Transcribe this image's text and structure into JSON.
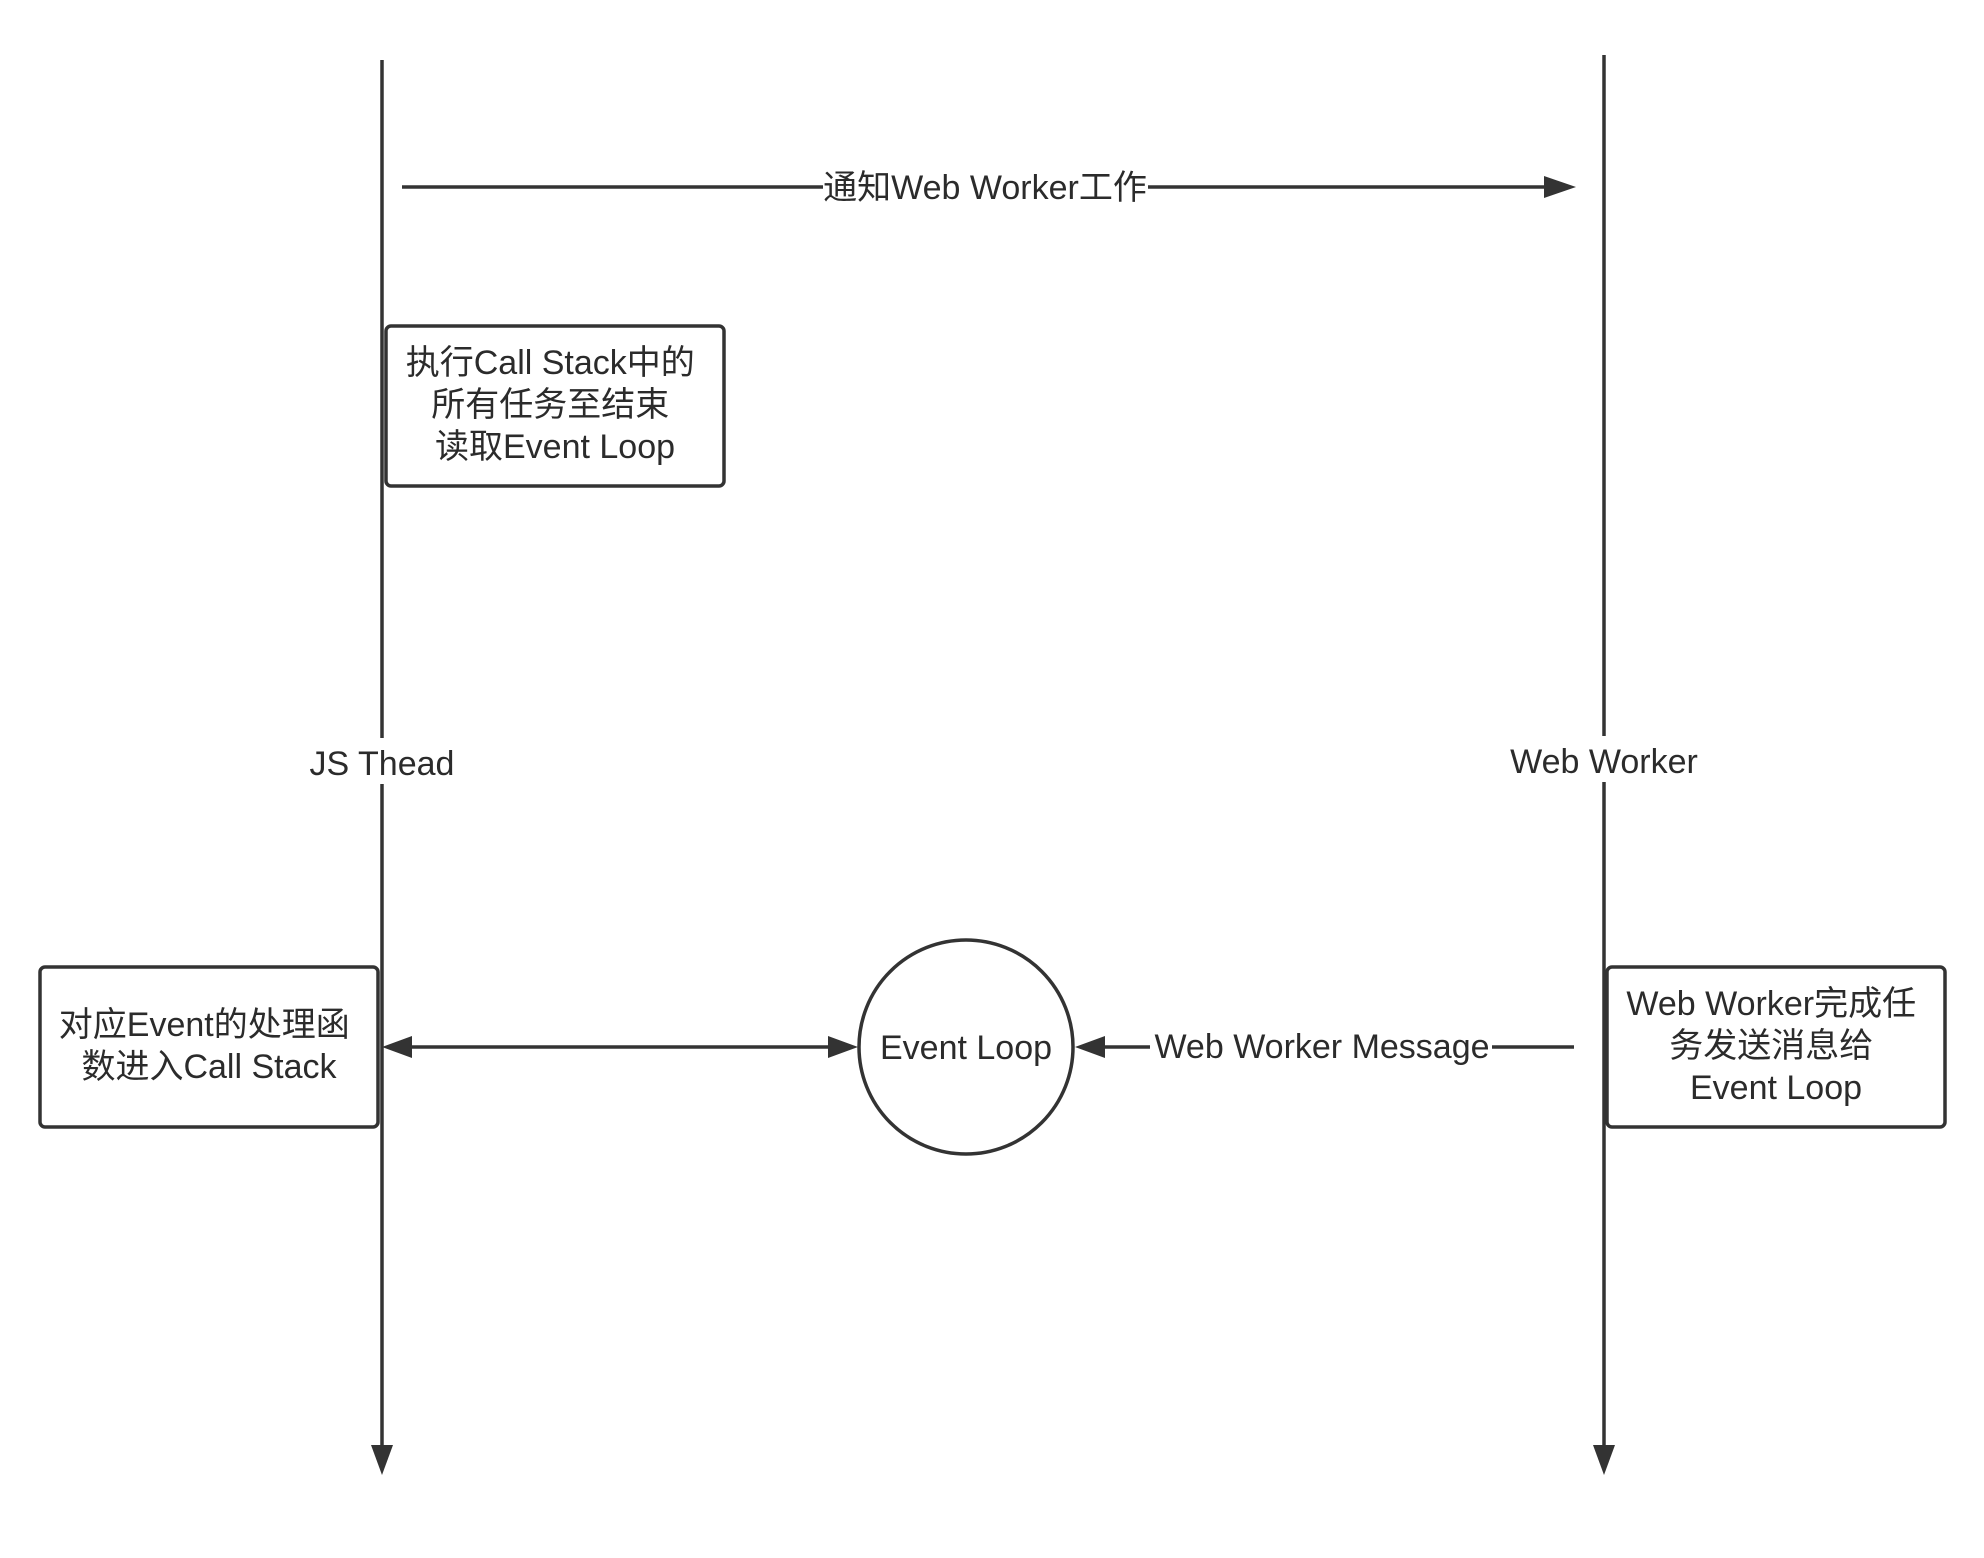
{
  "lanes": {
    "js_thread": {
      "label": "JS Thead"
    },
    "web_worker": {
      "label": "Web Worker"
    }
  },
  "messages": {
    "notify": {
      "label": "通知Web Worker工作"
    },
    "worker_message": {
      "label": "Web Worker Message"
    }
  },
  "boxes": {
    "run_call_stack": {
      "lines": [
        "执行Call Stack中的",
        "所有任务至结束",
        "读取Event Loop"
      ]
    },
    "handler": {
      "lines": [
        "对应Event的处理函",
        "数进入Call Stack"
      ]
    },
    "worker_done": {
      "lines": [
        "Web Worker完成任",
        "务发送消息给",
        "Event Loop"
      ]
    }
  },
  "event_loop": {
    "label": "Event Loop"
  }
}
